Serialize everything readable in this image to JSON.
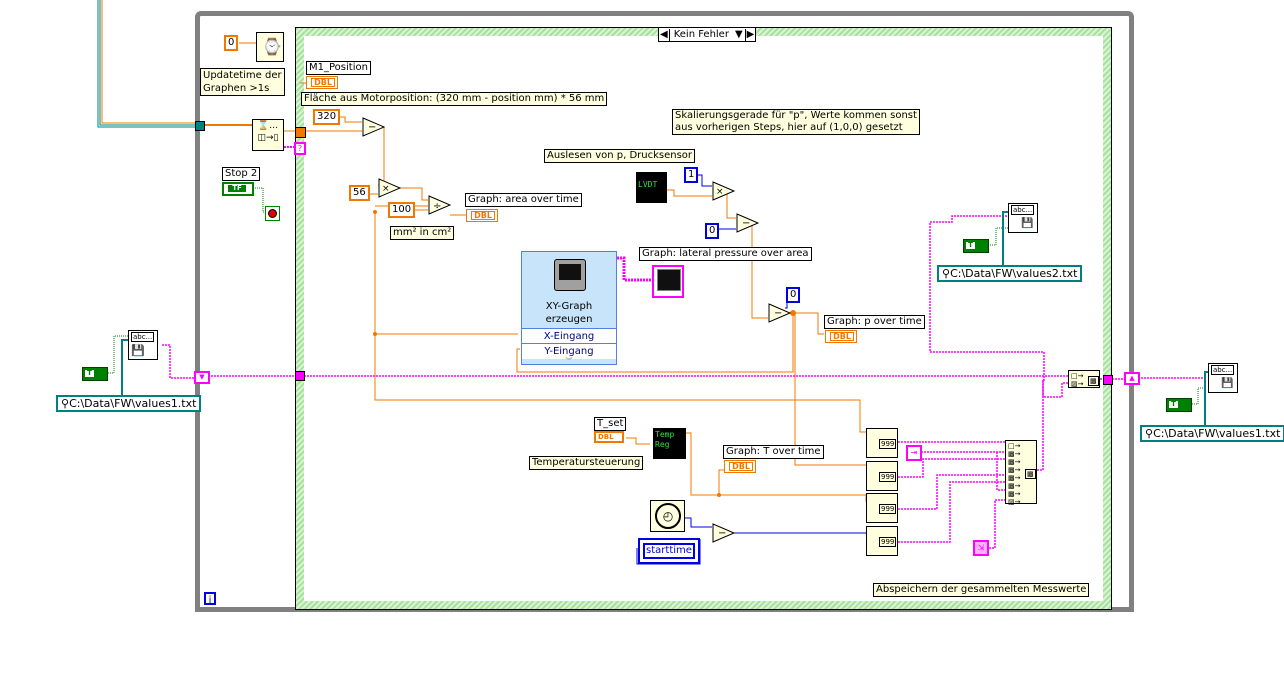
{
  "case_selector": {
    "value": "Kein Fehler"
  },
  "left_top": {
    "wait_const": "0",
    "comment_update": [
      "Updatetime der",
      "Graphen >1s"
    ],
    "stop_label": "Stop 2"
  },
  "labels": {
    "m1_position": "M1_Position",
    "flaeche_comment": "Fläche aus Motorposition: (320 mm - position mm) * 56 mm",
    "const_320": "320",
    "const_56": "56",
    "const_100": "100",
    "mm_comment": "mm² in cm²",
    "graph_area": "Graph: area over time",
    "skalierung_comment": [
      "Skalierungsgerade für \"p\", Werte kommen sonst",
      "aus vorherigen Steps, hier auf (1,0,0) gesetzt"
    ],
    "auslesen_comment": "Auslesen von p, Drucksensor",
    "lvdt": "LVDT",
    "const_1": "1",
    "const_0a": "0",
    "const_0b": "0",
    "graph_lateral": "Graph: lateral pressure over area",
    "graph_p": "Graph: p over time",
    "xy_title": [
      "XY-Graph",
      "erzeugen"
    ],
    "xy_x": "X-Eingang",
    "xy_y": "Y-Eingang",
    "t_set": "T_set",
    "temp_comment": "Temperatursteuerung",
    "temp_reg": [
      "Temp",
      "Reg"
    ],
    "graph_t": "Graph: T over time",
    "starttime": "starttime",
    "save_comment": "Abspeichern der gesammelten Messwerte",
    "dbl": "DBL",
    "tf": "T",
    "idx_val": "999",
    "abc": "abc...",
    "iteration": "i"
  },
  "paths": {
    "left": "C:\\Data\\FW\\values1.txt",
    "inner": "C:\\Data\\FW\\values2.txt",
    "right": "C:\\Data\\FW\\values1.txt"
  },
  "colors": {
    "dbl_wire": "#f07800",
    "int_wire": "#0000e0",
    "cluster_wire": "#ff00ff",
    "bool_wire": "#008000",
    "path_wire": "#008080",
    "loop_border": "#808080",
    "case_border": "#a8e0a0"
  }
}
